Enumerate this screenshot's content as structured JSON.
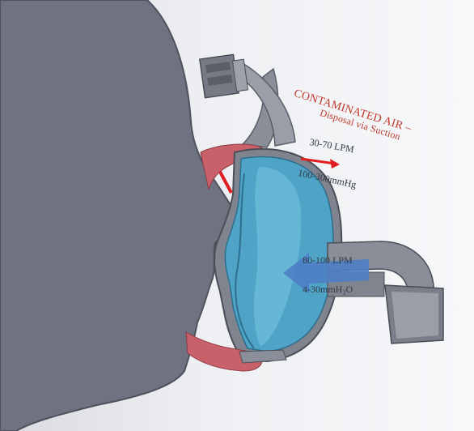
{
  "labels": {
    "title_line1": "CONTAMINATED AIR –",
    "title_line2": "Disposal via Suction",
    "suction_flow": "30-70 LPM",
    "suction_pressure": "100-300mmHg",
    "supply_flow": "80-100 LPM",
    "supply_pressure": "4-30mmH₂O"
  },
  "colors": {
    "head": "#6f7280",
    "head_outline": "#4f525c",
    "mask_blue": "#4fa3c7",
    "mask_gray": "#8a8e98",
    "seal_red": "#c9616a",
    "arrow_red": "#e02020",
    "arrow_blue": "#4d7ec4",
    "label_red": "#c0392b"
  }
}
